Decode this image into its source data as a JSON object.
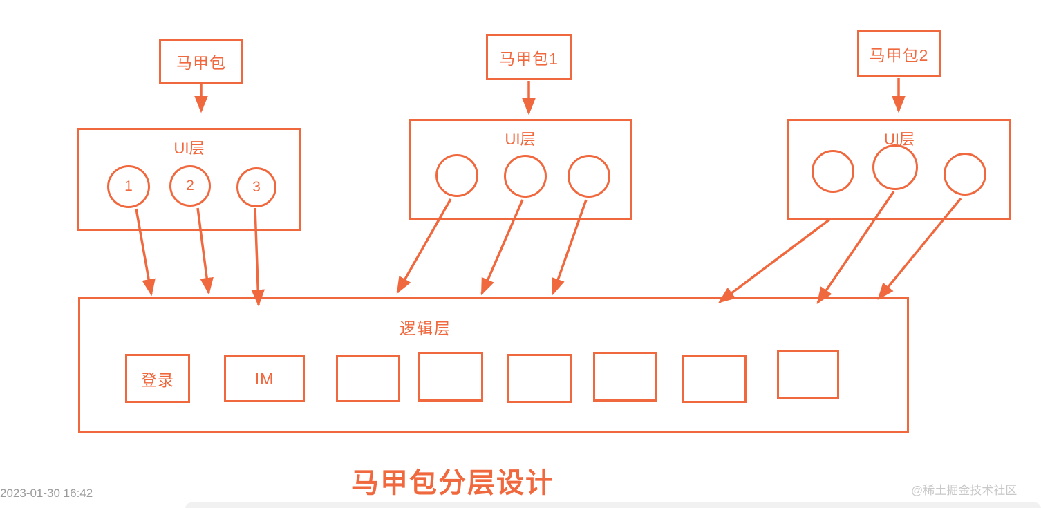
{
  "diagram": {
    "title": "马甲包分层设计",
    "timestamp": "2023-01-30 16:42",
    "watermark": "@稀土掘金技术社区",
    "colors": {
      "stroke": "#F0683E",
      "timestamp_gray": "#9B9B9B",
      "watermark_gray": "#C8C8C9"
    },
    "groups": [
      {
        "app_label": "马甲包",
        "layer_label": "UI层",
        "circles": [
          "1",
          "2",
          "3"
        ]
      },
      {
        "app_label": "马甲包1",
        "layer_label": "UI层",
        "circles": [
          "",
          "",
          ""
        ]
      },
      {
        "app_label": "马甲包2",
        "layer_label": "UI层",
        "circles": [
          "",
          "",
          ""
        ]
      }
    ],
    "logic_layer": {
      "label": "逻辑层",
      "modules": [
        "登录",
        "IM",
        "",
        "",
        "",
        "",
        "",
        ""
      ]
    }
  }
}
